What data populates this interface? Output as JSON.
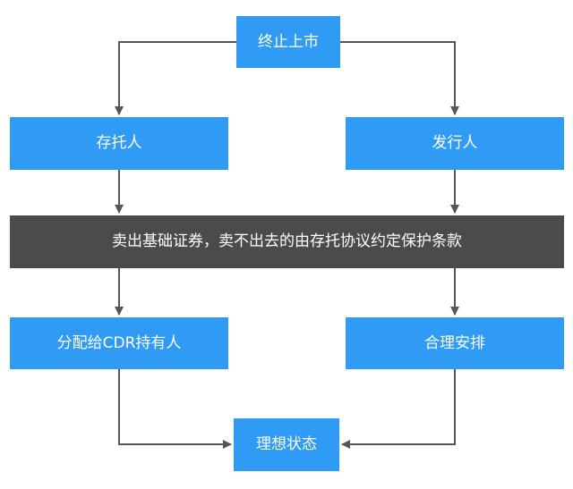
{
  "diagram": {
    "nodes": {
      "delisting": "终止上市",
      "depositary": "存托人",
      "issuer": "发行人",
      "sell_clause": "卖出基础证券，卖不出去的由存托协议约定保护条款",
      "distribute": "分配给CDR持有人",
      "arrangement": "合理安排",
      "ideal_state": "理想状态"
    },
    "colors": {
      "node_fill": "#2f9bf4",
      "banner_fill": "#4b4b4b",
      "connector": "#555555",
      "text": "#ffffff"
    }
  }
}
